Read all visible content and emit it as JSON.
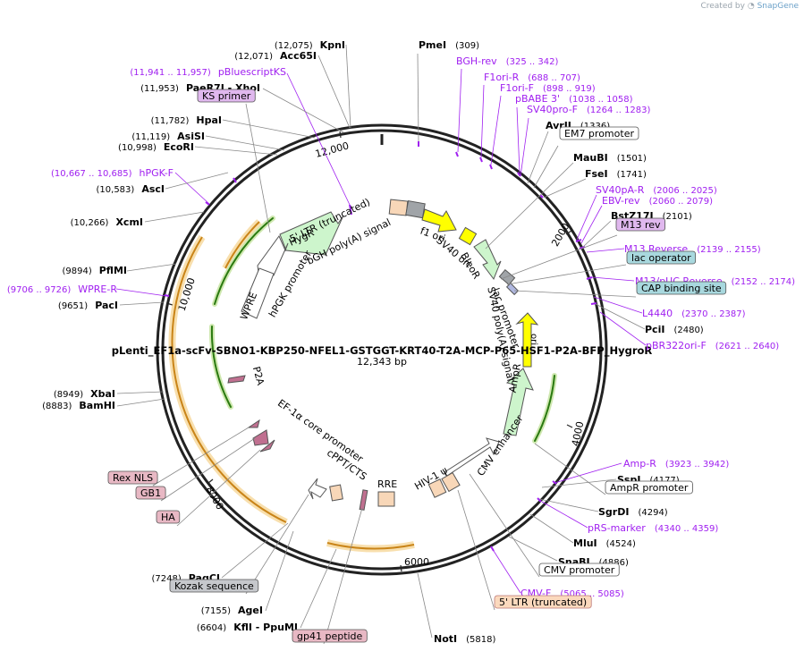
{
  "credit": {
    "prefix": "Created by",
    "brand": "SnapGene"
  },
  "plasmid": {
    "name": "pLenti_EF1a-scFv-SBNO1-KBP250-NFEL1-GSTGGT-KRT40-T2A-MCP-P65-HSF1-P2A-BFP_HygroR",
    "length": "12,343 bp"
  },
  "ticks": [
    "2000",
    "4000",
    "6000",
    "8000",
    "10,000",
    "12,000"
  ],
  "labels": [
    {
      "type": "enz",
      "name": "PmeI",
      "pos": "(309)"
    },
    {
      "type": "pri",
      "name": "BGH-rev",
      "pos": "(325 .. 342)"
    },
    {
      "type": "pri",
      "name": "F1ori-R",
      "pos": "(688 .. 707)"
    },
    {
      "type": "pri",
      "name": "F1ori-F",
      "pos": "(898 .. 919)"
    },
    {
      "type": "pri",
      "name": "pBABE 3'",
      "pos": "(1038 .. 1058)"
    },
    {
      "type": "pri",
      "name": "SV40pro-F",
      "pos": "(1264 .. 1283)"
    },
    {
      "type": "enz",
      "name": "AvrII",
      "pos": "(1336)"
    },
    {
      "type": "box",
      "name": "EM7 promoter",
      "pos": ""
    },
    {
      "type": "enz",
      "name": "MauBI",
      "pos": "(1501)"
    },
    {
      "type": "enz",
      "name": "FseI",
      "pos": "(1741)"
    },
    {
      "type": "pri",
      "name": "SV40pA-R",
      "pos": "(2006 .. 2025)"
    },
    {
      "type": "pri",
      "name": "EBV-rev",
      "pos": "(2060 .. 2079)"
    },
    {
      "type": "enz",
      "name": "BstZ17I",
      "pos": "(2101)"
    },
    {
      "type": "mbox",
      "name": "M13 rev",
      "pos": ""
    },
    {
      "type": "pri",
      "name": "M13 Reverse",
      "pos": "(2139 .. 2155)"
    },
    {
      "type": "tbox",
      "name": "lac operator",
      "pos": ""
    },
    {
      "type": "pri",
      "name": "M13/pUC Reverse",
      "pos": "(2152 .. 2174)"
    },
    {
      "type": "tbox",
      "name": "CAP binding site",
      "pos": ""
    },
    {
      "type": "pri",
      "name": "L4440",
      "pos": "(2370 .. 2387)"
    },
    {
      "type": "enz",
      "name": "PciI",
      "pos": "(2480)"
    },
    {
      "type": "pri",
      "name": "pBR322ori-F",
      "pos": "(2621 .. 2640)"
    },
    {
      "type": "pri",
      "name": "Amp-R",
      "pos": "(3923 .. 3942)"
    },
    {
      "type": "enz",
      "name": "SspI",
      "pos": "(4177)"
    },
    {
      "type": "box",
      "name": "AmpR promoter",
      "pos": ""
    },
    {
      "type": "enz",
      "name": "SgrDI",
      "pos": "(4294)"
    },
    {
      "type": "pri",
      "name": "pRS-marker",
      "pos": "(4340 .. 4359)"
    },
    {
      "type": "enz",
      "name": "MluI",
      "pos": "(4524)"
    },
    {
      "type": "enz",
      "name": "SnaBI",
      "pos": "(4886)"
    },
    {
      "type": "box",
      "name": "CMV promoter",
      "pos": ""
    },
    {
      "type": "pri",
      "name": "CMV-F",
      "pos": "(5065 .. 5085)"
    },
    {
      "type": "obox",
      "name": "5' LTR (truncated)",
      "pos": ""
    },
    {
      "type": "enz",
      "name": "NotI",
      "pos": "(5818)"
    },
    {
      "type": "enz",
      "name": "KpnI",
      "pos": "(12,075)"
    },
    {
      "type": "enz",
      "name": "Acc65I",
      "pos": "(12,071)"
    },
    {
      "type": "pri",
      "name": "pBluescriptKS",
      "pos": "(11,941 .. 11,957)"
    },
    {
      "type": "enz",
      "name": "PaeR7I  - XhoI",
      "pos": "(11,953)"
    },
    {
      "type": "mbox",
      "name": "KS primer",
      "pos": ""
    },
    {
      "type": "enz",
      "name": "HpaI",
      "pos": "(11,782)"
    },
    {
      "type": "enz",
      "name": "AsiSI",
      "pos": "(11,119)"
    },
    {
      "type": "enz",
      "name": "EcoRI",
      "pos": "(10,998)"
    },
    {
      "type": "pri",
      "name": "hPGK-F",
      "pos": "(10,667 .. 10,685)"
    },
    {
      "type": "enz",
      "name": "AscI",
      "pos": "(10,583)"
    },
    {
      "type": "enz",
      "name": "XcmI",
      "pos": "(10,266)"
    },
    {
      "type": "enz",
      "name": "PflMI",
      "pos": "(9894)"
    },
    {
      "type": "pri",
      "name": "WPRE-R",
      "pos": "(9706 .. 9726)"
    },
    {
      "type": "enz",
      "name": "PacI",
      "pos": "(9651)"
    },
    {
      "type": "enz",
      "name": "XbaI",
      "pos": "(8949)"
    },
    {
      "type": "enz",
      "name": "BamHI",
      "pos": "(8883)"
    },
    {
      "type": "pbox",
      "name": "Rex NLS",
      "pos": ""
    },
    {
      "type": "pbox",
      "name": "GB1",
      "pos": ""
    },
    {
      "type": "pbox",
      "name": "HA",
      "pos": ""
    },
    {
      "type": "enz",
      "name": "PaqCI",
      "pos": "(7248)"
    },
    {
      "type": "gbox",
      "name": "Kozak sequence",
      "pos": ""
    },
    {
      "type": "enz",
      "name": "AgeI",
      "pos": "(7155)"
    },
    {
      "type": "enz",
      "name": "KflI  - PpuMI",
      "pos": "(6604)"
    },
    {
      "type": "pbox",
      "name": "gp41 peptide",
      "pos": ""
    }
  ],
  "features": {
    "ltr5_trunc_bgh": "5' LTR (truncated)",
    "bgh_polya": "bGH poly(A) signal",
    "f1_ori": "f1 ori",
    "sv40_ori": "SV40 ori",
    "bleor": "BleoR",
    "lac_promoter": "lac promoter",
    "sv40_polya": "SV40 poly(A) signal",
    "ori": "ori",
    "ampr": "AmpR",
    "cmv_enhancer": "CMV enhancer",
    "hiv1_psi": "HIV-1 ψ",
    "rre": "RRE",
    "cppt": "cPPT/CTS",
    "ef1a": "EF-1α core promoter",
    "p2a": "P2A",
    "wpre": "WPRE",
    "hpgk": "hPGK promoter",
    "hygr": "HygR"
  }
}
